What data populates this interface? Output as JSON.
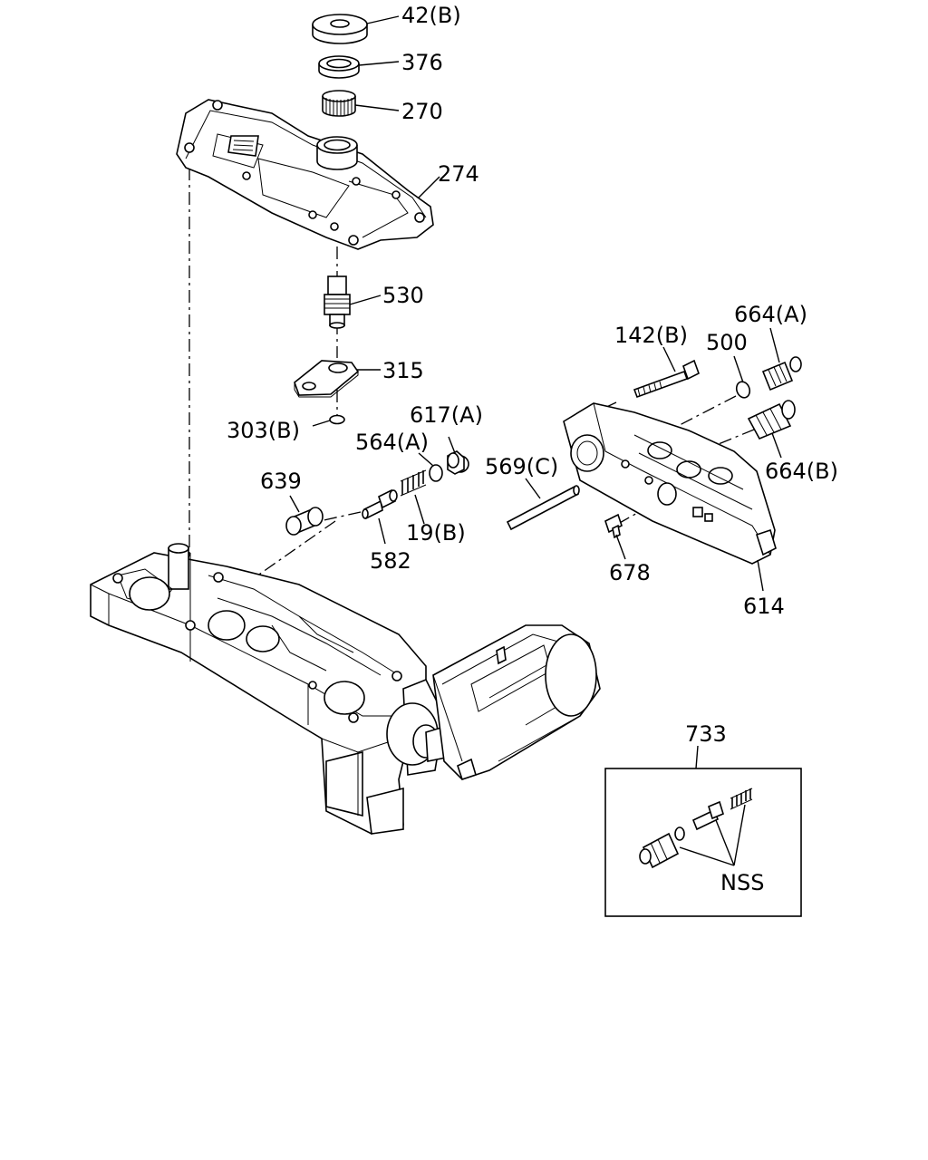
{
  "callouts": {
    "p42b": "42(B)",
    "p376": "376",
    "p270": "270",
    "p274": "274",
    "p530": "530",
    "p315": "315",
    "p303b": "303(B)",
    "p617a": "617(A)",
    "p564a": "564(A)",
    "p639": "639",
    "p19b": "19(B)",
    "p582": "582",
    "p142b": "142(B)",
    "p500": "500",
    "p664a": "664(A)",
    "p664b": "664(B)",
    "p569c": "569(C)",
    "p678": "678",
    "p614": "614",
    "p733": "733",
    "nss": "NSS"
  }
}
